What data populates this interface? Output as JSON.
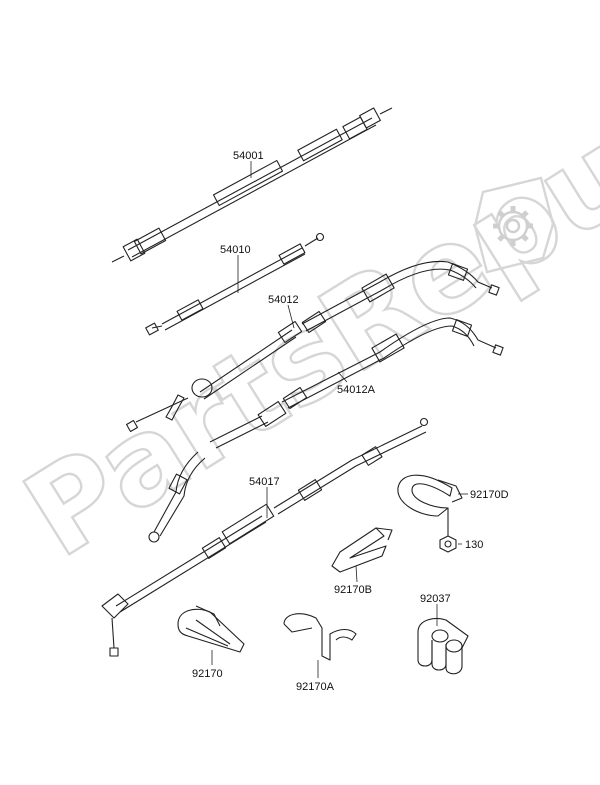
{
  "watermark": {
    "text": "PartsRepublik"
  },
  "parts": [
    {
      "id": "54001",
      "label": "54001"
    },
    {
      "id": "54010",
      "label": "54010"
    },
    {
      "id": "54012",
      "label": "54012"
    },
    {
      "id": "54012A",
      "label": "54012A"
    },
    {
      "id": "54017",
      "label": "54017"
    },
    {
      "id": "92170D",
      "label": "92170D"
    },
    {
      "id": "130",
      "label": "130"
    },
    {
      "id": "92170B",
      "label": "92170B"
    },
    {
      "id": "92037",
      "label": "92037"
    },
    {
      "id": "92170",
      "label": "92170"
    },
    {
      "id": "92170A",
      "label": "92170A"
    }
  ],
  "icons": {
    "settings": "gear-icon"
  }
}
